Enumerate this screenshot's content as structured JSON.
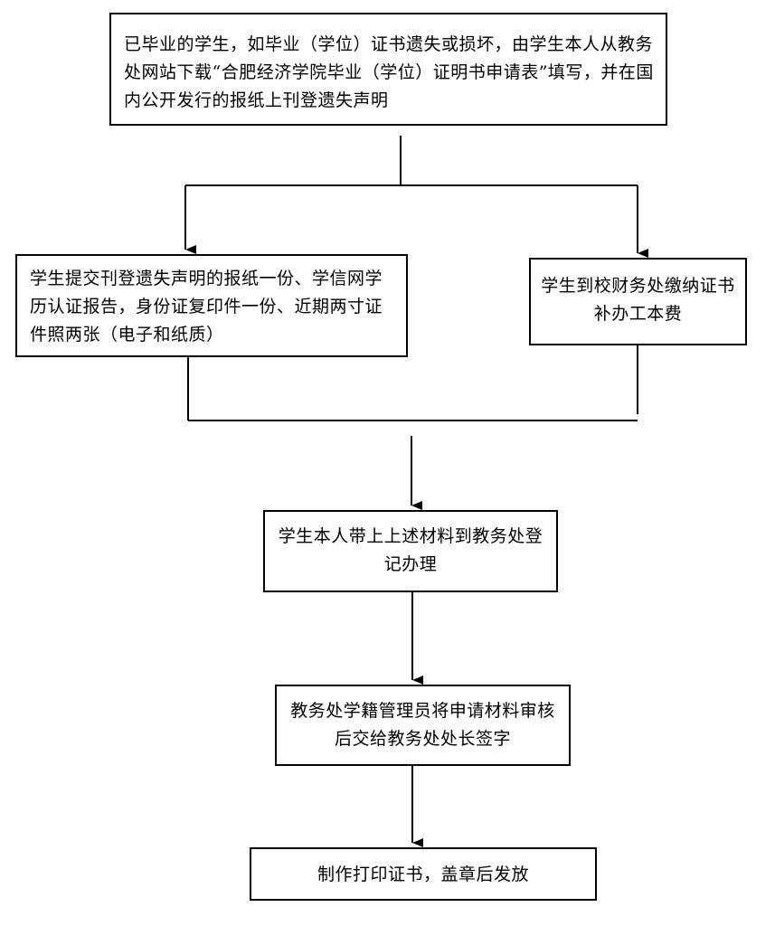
{
  "steps": {
    "report_loss": "已毕业的学生，如毕业（学位）证书遗失或损坏，由学生本人从教务处网站下载“合肥经济学院毕业（学位）证明书申请表”填写，并在国内公开发行的报纸上刊登遗失声明",
    "submit_materials": "学生提交刊登遗失声明的报纸一份、学信网学历认证报告，身份证复印件一份、近期两寸证件照两张（电子和纸质）",
    "pay_fee": "学生到校财务处缴纳证书补办工本费",
    "register": "学生本人带上上述材料到教务处登记办理",
    "review": "教务处学籍管理员将申请材料审核后交给教务处处长签字",
    "issue": "制作打印证书，盖章后发放"
  }
}
